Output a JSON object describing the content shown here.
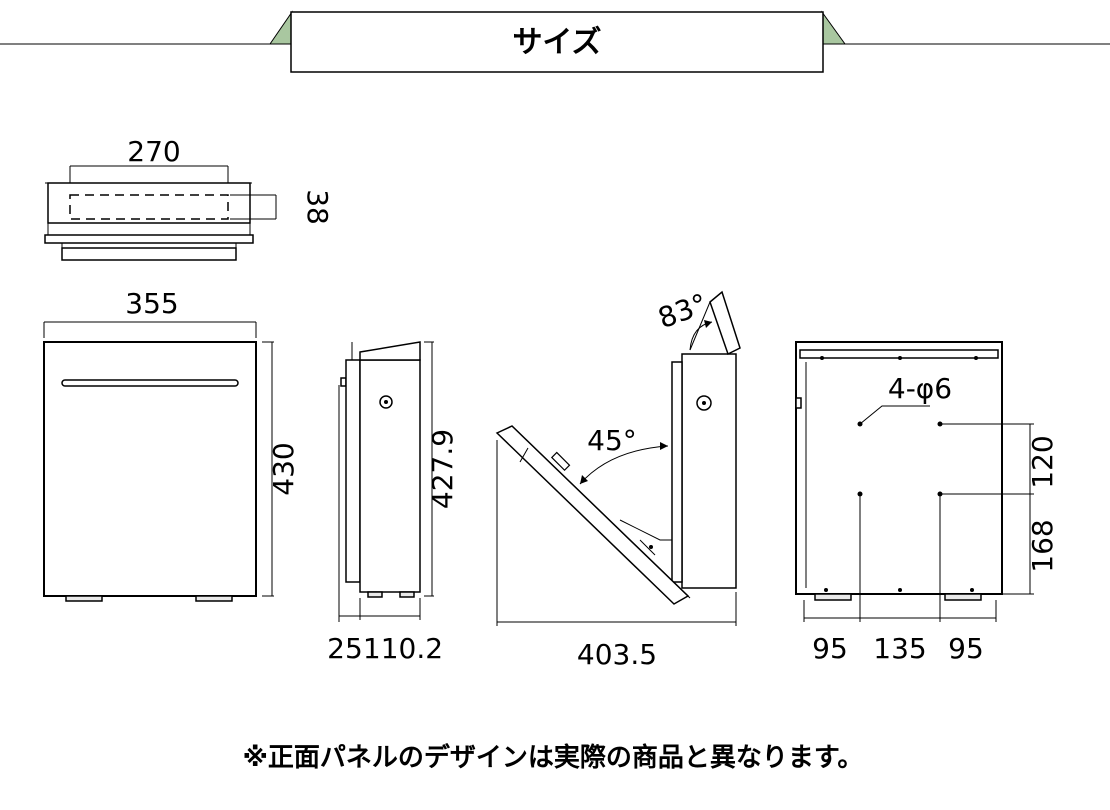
{
  "header": {
    "title": "サイズ",
    "accent_color": "#a9c7a0"
  },
  "top_view": {
    "width_label": "270",
    "depth_label": "38"
  },
  "front_view": {
    "width_label": "355",
    "height_label": "430"
  },
  "side_view": {
    "height_label": "427.9",
    "offset_label": "25",
    "depth_label": "110.2"
  },
  "open_view": {
    "lid_angle_label": "83°",
    "door_angle_label": "45°",
    "length_label": "403.5"
  },
  "back_view": {
    "holes_label": "4-φ6",
    "vertical_spacing_label": "120",
    "bottom_offset_label": "168",
    "left_offset_label": "95",
    "center_spacing_label": "135",
    "right_offset_label": "95"
  },
  "footer": {
    "note": "※正面パネルのデザインは実際の商品と異なります。"
  }
}
